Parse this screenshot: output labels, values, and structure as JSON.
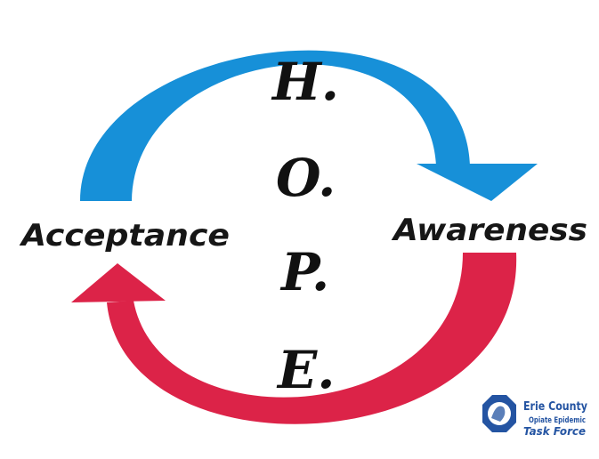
{
  "cycle": {
    "left_label": "Acceptance",
    "right_label": "Awareness",
    "top_arrow_color": "#1790d8",
    "bottom_arrow_color": "#dc2348"
  },
  "acronym": {
    "letters": [
      "H.",
      "O.",
      "P.",
      "E."
    ]
  },
  "logo": {
    "line1": "Erie County",
    "line2": "Opiate Epidemic",
    "line3": "Task Force",
    "color": "#2454a2"
  }
}
